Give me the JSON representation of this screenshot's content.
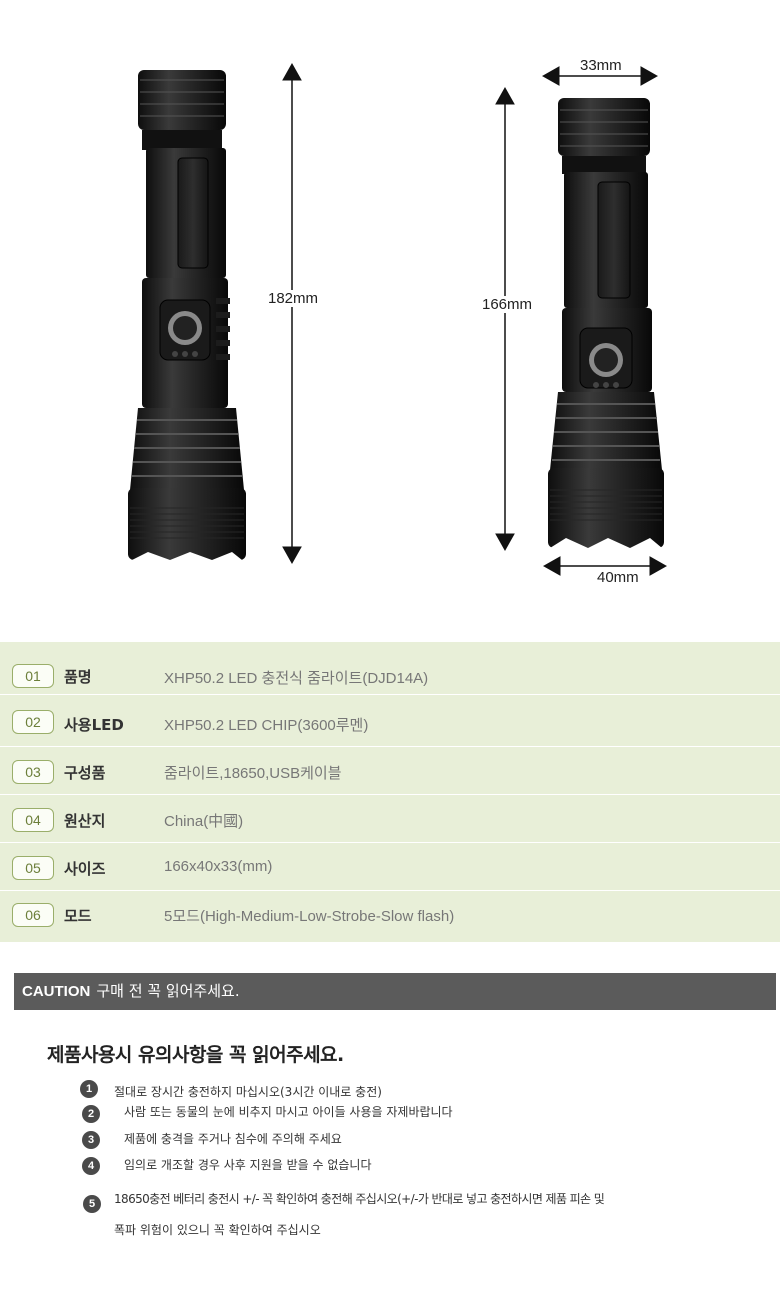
{
  "product_image": {
    "dimensions": {
      "length_left": "182mm",
      "length_right": "166mm",
      "head_width": "33mm",
      "bezel_width": "40mm"
    }
  },
  "specs": [
    {
      "num": "01",
      "key": "품명",
      "value": "XHP50.2 LED 충전식 줌라이트(DJD14A)"
    },
    {
      "num": "02",
      "key": "사용LED",
      "value": "XHP50.2 LED CHIP(3600루멘)"
    },
    {
      "num": "03",
      "key": "구성품",
      "value": "줌라이트,18650,USB케이블"
    },
    {
      "num": "04",
      "key": "원산지",
      "value": "China(中國)"
    },
    {
      "num": "05",
      "key": "사이즈",
      "value": "166x40x33(mm)"
    },
    {
      "num": "06",
      "key": "모드",
      "value": "5모드(High-Medium-Low-Strobe-Slow flash)"
    }
  ],
  "caution": {
    "bar_strong": "CAUTION",
    "bar_text": "구매 전 꼭 읽어주세요.",
    "title": "제품사용시 유의사항을 꼭 읽어주세요.",
    "notes": [
      {
        "num": "1",
        "text": "절대로 장시간 충전하지 마십시오(3시간 이내로 충전)"
      },
      {
        "num": "2",
        "text": "사람 또는 동물의 눈에 비추지 마시고 아이들 사용을 자제바랍니다"
      },
      {
        "num": "3",
        "text": "제품에 충격을 주거나 침수에 주의해 주세요"
      },
      {
        "num": "4",
        "text": "임의로 개조할 경우 사후 지원을 받을 수 없습니다"
      },
      {
        "num": "5",
        "text": "18650충전 베터리 충전시  +/- 꼭 확인하여 충전해 주십시오(+/-가 반대로 넣고 충전하시면 제품 피손 및",
        "text2": "폭파 위험이 있으니 꼭 확인하여 주십시오"
      }
    ]
  },
  "colors": {
    "spec_bg": "#e8efd8",
    "spec_badge_border": "#9aae6a",
    "caution_bar": "#5b5b5b"
  }
}
